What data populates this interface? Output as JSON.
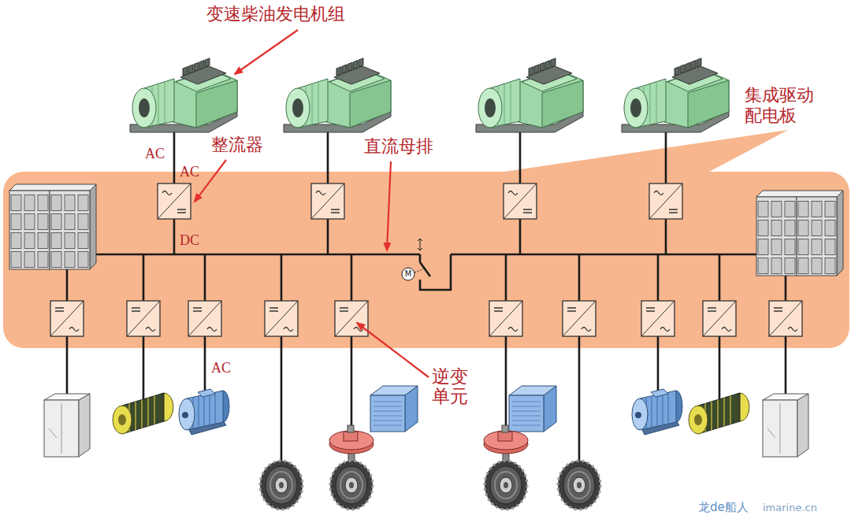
{
  "diagram": {
    "nodes": [
      {
        "text": [
          "集成驱动配电板"
        ]
      }
    ],
    "labels": [
      "变速柴油发电机组",
      "AC",
      "AC",
      "整流器",
      "直流母排",
      "DC",
      "M",
      "逆变单元",
      "AC",
      "龙de船人",
      "imarine.cn"
    ]
  }
}
